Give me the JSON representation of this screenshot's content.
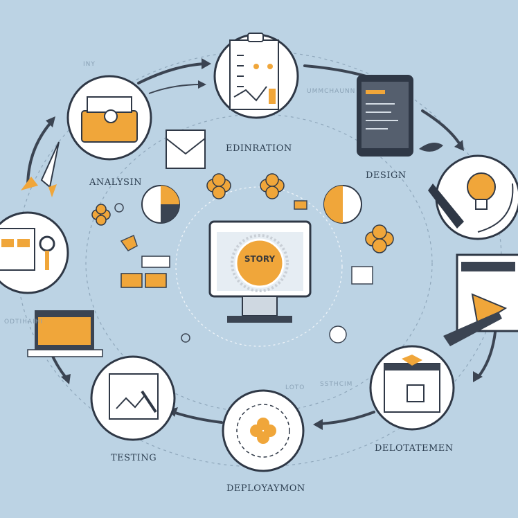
{
  "labels": {
    "analysis": "ANALYSIN",
    "edination": "EDINRATION",
    "design": "DESIGN",
    "testing": "TESTING",
    "deployment": "DEPLOYAYMON",
    "delotatemen": "DELOTATEMEN"
  },
  "center": {
    "text": "STORY"
  },
  "faint_text": {
    "top_left": "INY",
    "top_mid": "UMMCHAUNN",
    "left_side": "ODTIHAIHI",
    "bottom_mid": "LOTO",
    "bottom_right": "SSTHCIM"
  },
  "colors": {
    "background": "#bcd3e4",
    "accent": "#f0a63a",
    "dark": "#3b4452",
    "ring": "#ffffff"
  }
}
